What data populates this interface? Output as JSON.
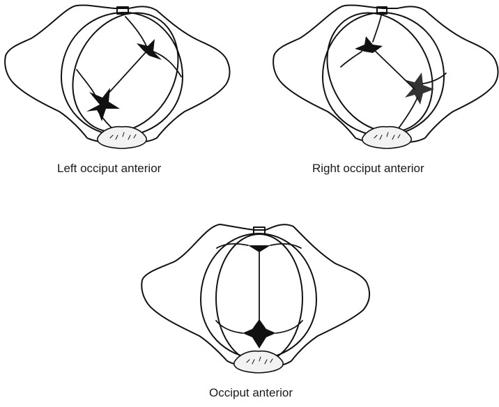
{
  "figures": [
    {
      "id": "loa",
      "caption": "Left occiput anterior"
    },
    {
      "id": "roa",
      "caption": "Right occiput anterior"
    },
    {
      "id": "oa",
      "caption": "Occiput anterior"
    }
  ],
  "colors": {
    "line": "#111111",
    "background": "#ffffff"
  }
}
